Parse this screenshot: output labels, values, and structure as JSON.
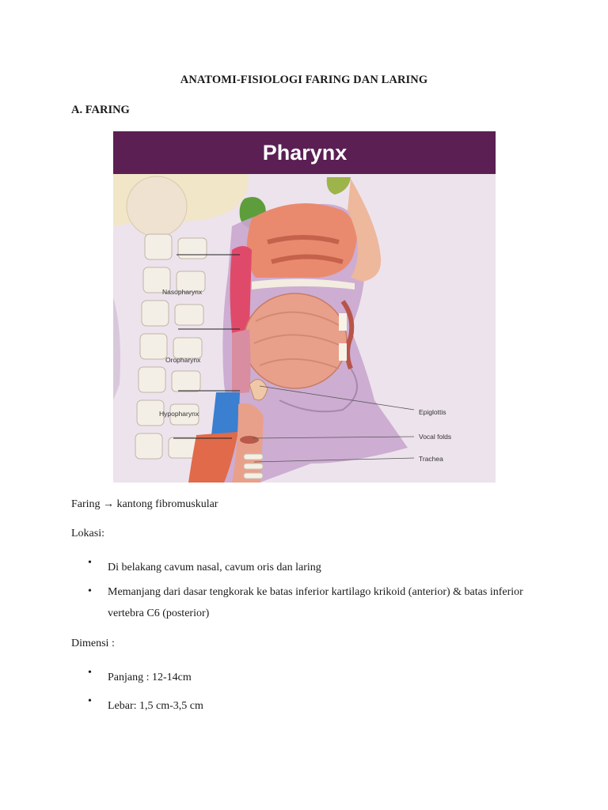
{
  "document": {
    "title": "ANATOMI-FISIOLOGI FARING DAN LARING",
    "section_heading": "A. FARING"
  },
  "figure": {
    "title": "Pharynx",
    "labels": {
      "nasopharynx": "Nasopharynx",
      "oropharynx": "Oropharynx",
      "hypopharynx": "Hypopharynx",
      "epiglottis": "Epiglottis",
      "vocal_folds": "Vocal folds",
      "trachea": "Trachea"
    },
    "colors": {
      "header": "#5b1f54",
      "background": "#ede3ec",
      "nasopharynx_region": "#e04a6a",
      "hypopharynx_region": "#3a7fd0",
      "tissue": "#e9a08a",
      "mucosa": "#c9a6cf"
    }
  },
  "content": {
    "definition": "Faring → kantong fibromuskular",
    "location_heading": "Lokasi:",
    "location_items": [
      "Di belakang cavum nasal, cavum oris dan laring",
      "Memanjang dari dasar tengkorak ke batas inferior kartilago krikoid (anterior) & batas inferior vertebra C6 (posterior)"
    ],
    "dimension_heading": "Dimensi :",
    "dimension_items": [
      "Panjang : 12-14cm",
      "Lebar: 1,5 cm-3,5 cm"
    ],
    "bullet_symbol": "•"
  }
}
